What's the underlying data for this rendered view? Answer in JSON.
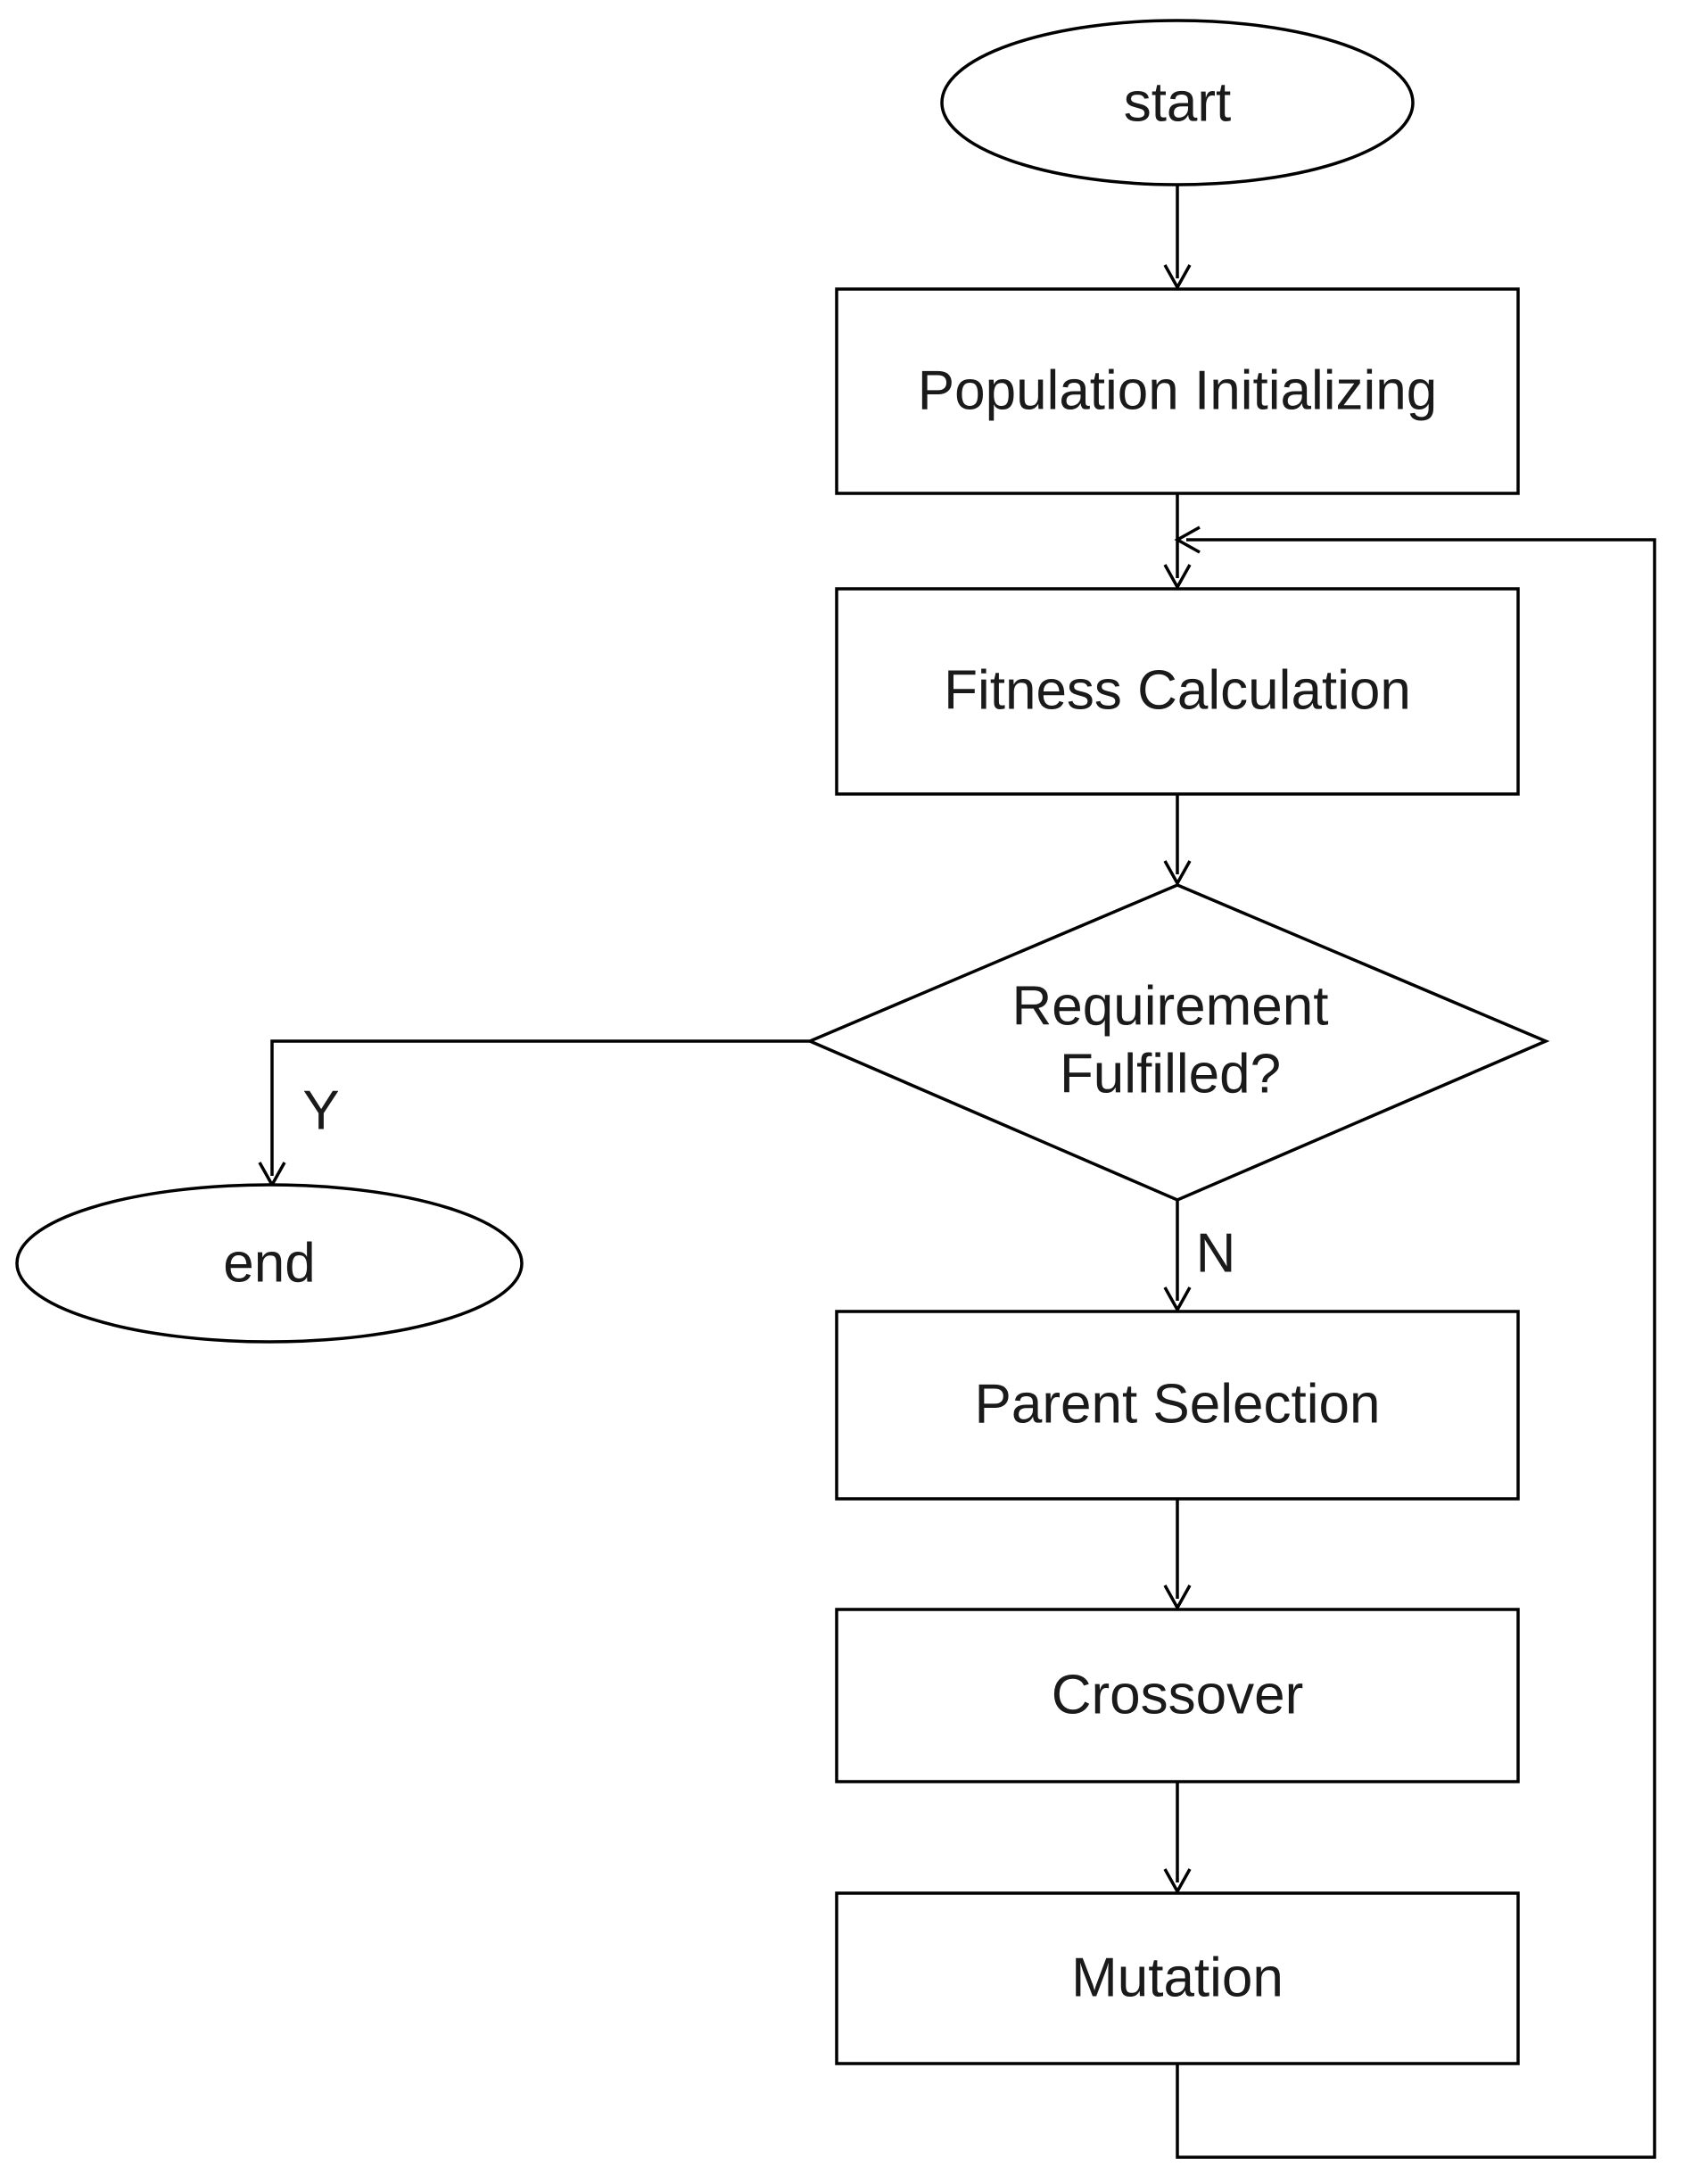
{
  "diagram": {
    "type": "flowchart",
    "nodes": {
      "start": {
        "label": "start",
        "shape": "terminator"
      },
      "init": {
        "label": "Population Initializing",
        "shape": "process"
      },
      "fitness": {
        "label": "Fitness Calculation",
        "shape": "process"
      },
      "decision": {
        "label_line1": "Requirement",
        "label_line2": "Fulfilled?",
        "shape": "decision"
      },
      "end": {
        "label": "end",
        "shape": "terminator"
      },
      "parent": {
        "label": "Parent Selection",
        "shape": "process"
      },
      "crossover": {
        "label": "Crossover",
        "shape": "process"
      },
      "mutation": {
        "label": "Mutation",
        "shape": "process"
      }
    },
    "edges": {
      "yes_label": "Y",
      "no_label": "N"
    },
    "colors": {
      "stroke": "#000000",
      "text": "#1a1a1a",
      "background": "#ffffff"
    }
  }
}
